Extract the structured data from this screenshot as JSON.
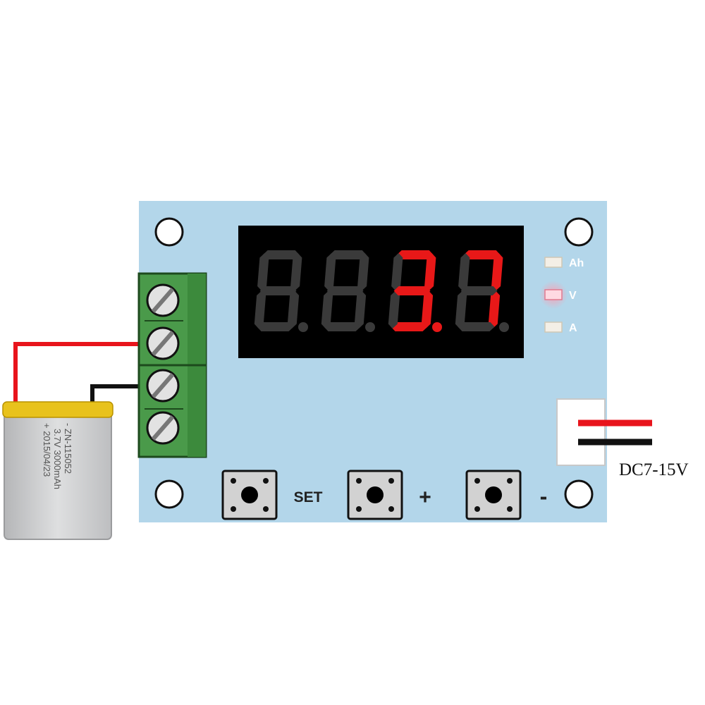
{
  "display": {
    "text": "  3.7",
    "digits": [
      "",
      "",
      "3",
      "7"
    ],
    "decimal_point_after_digit": 3,
    "lit_color": "#e81818",
    "unlit_color": "#3a3a3a",
    "background": "#000000"
  },
  "indicators": [
    {
      "label": "Ah",
      "lit": false
    },
    {
      "label": "V",
      "lit": true
    },
    {
      "label": "A",
      "lit": false
    }
  ],
  "buttons": [
    {
      "label": "SET"
    },
    {
      "label": "+"
    },
    {
      "label": "-"
    }
  ],
  "power_input": {
    "label": "DC7-15V"
  },
  "battery": {
    "line1": "- ZN-115052",
    "line2": "3.7V 3000mAh",
    "line3": "+ 2015/04/23"
  },
  "colors": {
    "board": "#b3d6ea",
    "terminal": "#4a9a4a",
    "wire_red": "#e8141c",
    "wire_black": "#111111",
    "battery_tab": "#e8c21c",
    "battery_body": "#c9cacb"
  }
}
